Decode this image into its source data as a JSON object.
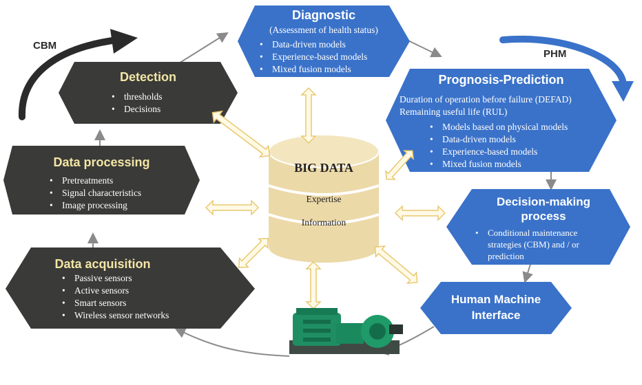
{
  "labels": {
    "cbm": "CBM",
    "phm": "PHM"
  },
  "center": {
    "title": "BIG DATA",
    "layer1": "Expertise",
    "layer2": "Information"
  },
  "nodes": {
    "diagnostic": {
      "title": "Diagnostic",
      "subtitle": "(Assessment of health status)",
      "items": [
        "Data-driven models",
        "Experience-based models",
        "Mixed fusion models"
      ]
    },
    "prognosis": {
      "title": "Prognosis-Prediction",
      "line1": "Duration of operation before failure (DEFAD)",
      "line2": "Remaining useful life (RUL)",
      "items": [
        "Models based on physical models",
        "Data-driven models",
        "Experience-based models",
        "Mixed fusion models"
      ]
    },
    "decision": {
      "title": "Decision-making process",
      "items": [
        "Conditional maintenance strategies (CBM) and / or prediction"
      ]
    },
    "hmi": {
      "title": "Human Machine Interface"
    },
    "detection": {
      "title": "Detection",
      "items": [
        "thresholds",
        "Decisions"
      ]
    },
    "processing": {
      "title": "Data processing",
      "items": [
        "Pretreatments",
        "Signal characteristics",
        "Image processing"
      ]
    },
    "acquisition": {
      "title": "Data acquisition",
      "items": [
        "Passive sensors",
        "Active sensors",
        "Smart sensors",
        "Wireless sensor networks"
      ]
    }
  },
  "colors": {
    "dark": "#3a3a38",
    "blue": "#3a72c9",
    "cream": "#f3e6a6",
    "db": "#ecd9a8",
    "flow": "#8a8a8a"
  }
}
